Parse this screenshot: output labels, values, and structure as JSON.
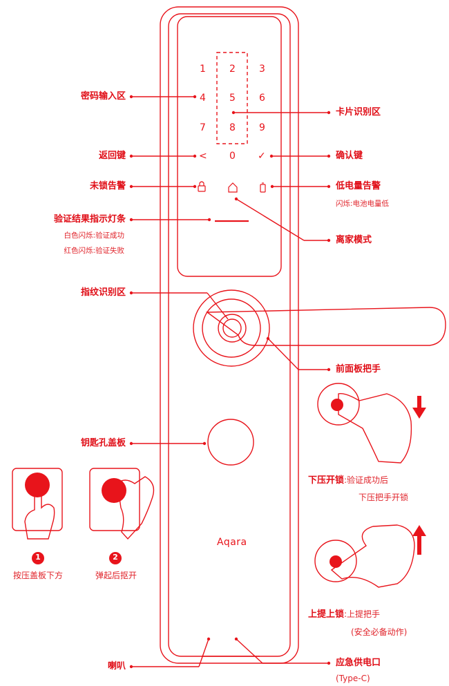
{
  "brand": "Aqara",
  "keypad": {
    "keys": [
      "1",
      "2",
      "3",
      "4",
      "5",
      "6",
      "7",
      "8",
      "9",
      "<",
      "0",
      "✓"
    ],
    "icons": [
      "lock-icon",
      "home-icon",
      "battery-icon"
    ]
  },
  "labels": {
    "password_area": "密码输入区",
    "card_area": "卡片识别区",
    "back_key": "返回键",
    "confirm_key": "确认键",
    "unlocked_alarm": "未锁告警",
    "low_battery_alarm": "低电量告警",
    "low_battery_note": "闪烁:电池电量低",
    "indicator_bar": "验证结果指示灯条",
    "indicator_white": "白色闪烁:验证成功",
    "indicator_red": "红色闪烁:验证失败",
    "away_mode": "离家模式",
    "fingerprint_area": "指纹识别区",
    "front_handle": "前面板把手",
    "keyhole_cover": "钥匙孔盖板",
    "press_down_unlock_title": "下压开锁",
    "press_down_unlock_text": ":验证成功后",
    "press_down_unlock_text2": "下压把手开锁",
    "lift_lock_title": "上提上锁",
    "lift_lock_text": ":上提把手",
    "lift_lock_text2": "(安全必备动作)",
    "step1_num": "1",
    "step1_text": "按压盖板下方",
    "step2_num": "2",
    "step2_text": "弹起后抠开",
    "speaker": "喇叭",
    "emergency_power": "应急供电口",
    "emergency_power_type": "(Type-C)"
  },
  "colors": {
    "accent": "#e8141b"
  }
}
